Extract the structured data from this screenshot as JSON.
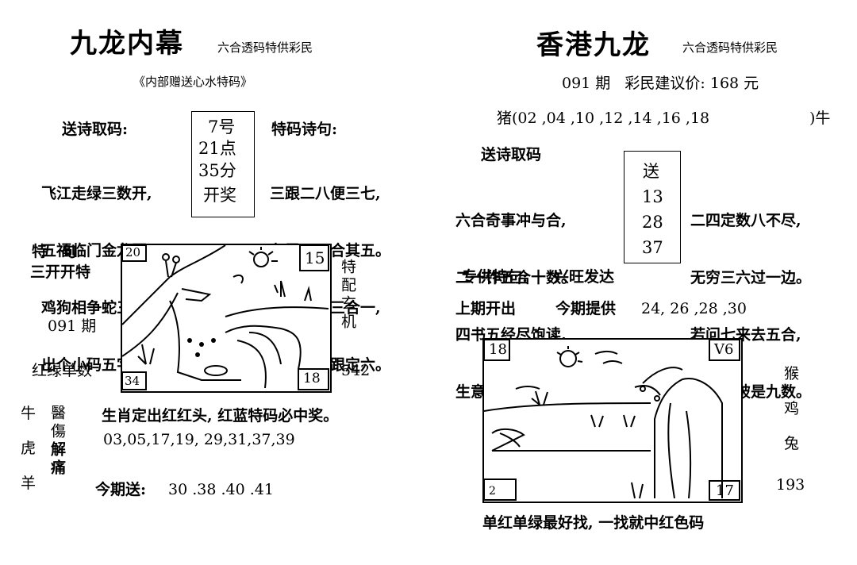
{
  "left": {
    "title": "九龙内幕",
    "tagline": "六合透码特供彩民",
    "subtitle": "《内部赠送心水特码》",
    "poem_label": "送诗取码:",
    "poem_lines": [
      "飞江走绿三数开,",
      "五福临门金龙开。",
      "鸡狗相争蛇三合,",
      "出个小码五字猜。"
    ],
    "draw_info": [
      "7号",
      "21点",
      "35分",
      "开奖"
    ],
    "special_poem_label": "特码诗句:",
    "special_poem_lines": [
      "三跟二八便三七,",
      "九露二三合其五。",
      "发财还看三合一,",
      "四六分走跟定六。"
    ],
    "special_sentence_label": "特　句",
    "special_sentence": "三开开特",
    "issue": "091 期",
    "color_hint": "红绿单数",
    "side_text": "特配玄机",
    "side_number": "542",
    "pic_corners": [
      "20",
      "15",
      "34",
      "18"
    ],
    "zodiacs": [
      "牛",
      "虎",
      "羊"
    ],
    "vertical_text_1": "醫傷",
    "vertical_text_2": "解痛",
    "sentence": "生肖定出红红头, 红蓝特码必中奖。",
    "numbers": "03,05,17,19,  29,31,37,39",
    "send_label": "今期送:",
    "send_numbers": "30 .38 .40 .41"
  },
  "right": {
    "title": "香港九龙",
    "tagline": "六合透码特供彩民",
    "issue_price": "091 期   彩民建议价: 168 元",
    "pig_line": "猪(02 ,04 ,10 ,12 ,14 ,16 ,18",
    "pig_end": ")牛",
    "poem_label": "送诗取码",
    "poem_lines": [
      "六合奇事冲与合,",
      "二一作五合十数。",
      "四书五经尽饱读,",
      "生意兴隆薄利销"
    ],
    "send_box": [
      "送",
      "13",
      "28",
      "37"
    ],
    "poem2_lines": [
      "二四定数八不尽,",
      "无穷三六过一边。",
      "若问七来去五合,",
      "一码道破是九数。"
    ],
    "special_label": "专供特句:",
    "special_text": "兴旺发达",
    "last_label": "上期开出",
    "offer_label": "今期提供",
    "offer_numbers": "24, 26 ,28 ,30",
    "pic_corners": [
      "18",
      "V6",
      "2",
      "17"
    ],
    "zodiacs": [
      "猴",
      "鸡",
      "兔"
    ],
    "side_number": "193",
    "footer": "单红单绿最好找, 一找就中红色码"
  }
}
